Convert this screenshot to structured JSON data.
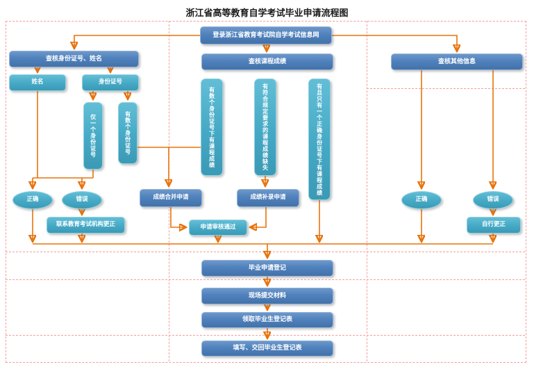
{
  "title": "浙江省高等教育自学考试毕业申请流程图",
  "colors": {
    "box_blue": "#4f81bd",
    "box_teal": "#45a9c5",
    "arrow_orange": "#e8730a",
    "lane_dashed_pink": "#f59c9c"
  },
  "nodes": {
    "login": {
      "label": "登录浙江省教育考试院自学考试信息网"
    },
    "col1_header": {
      "label": "查核身份证号、姓名"
    },
    "name": {
      "label": "姓名"
    },
    "id_number": {
      "label": "身份证号"
    },
    "only_one_id": {
      "label": "仅一个身份证号"
    },
    "several_ids": {
      "label": "有数个身份证号"
    },
    "left_correct": {
      "label": "正确"
    },
    "left_wrong": {
      "label": "错误"
    },
    "contact_org_fix": {
      "label": "联系教育考试机构更正"
    },
    "col2_header": {
      "label": "查核课程成绩"
    },
    "grades_under_several_ids": {
      "label": "有数个身份证号下有课程成绩"
    },
    "grades_missing": {
      "label": "有符合规定要求的课程成绩缺失"
    },
    "grades_under_one_id": {
      "label": "有且只有一个正确身份证号下有课程成绩"
    },
    "merge_apply": {
      "label": "成绩合并申请"
    },
    "supplement_apply": {
      "label": "成绩补录申请"
    },
    "review_passed": {
      "label": "申请审核通过"
    },
    "col3_header": {
      "label": "查核其他信息"
    },
    "right_correct": {
      "label": "正确"
    },
    "right_wrong": {
      "label": "错误"
    },
    "self_fix": {
      "label": "自行更正"
    },
    "step_register": {
      "label": "毕业申请登记"
    },
    "step_submit_materials": {
      "label": "现场提交材料"
    },
    "step_receive_form": {
      "label": "领取毕业生登记表"
    },
    "step_fill_return_form": {
      "label": "填写、交回毕业生登记表"
    }
  }
}
